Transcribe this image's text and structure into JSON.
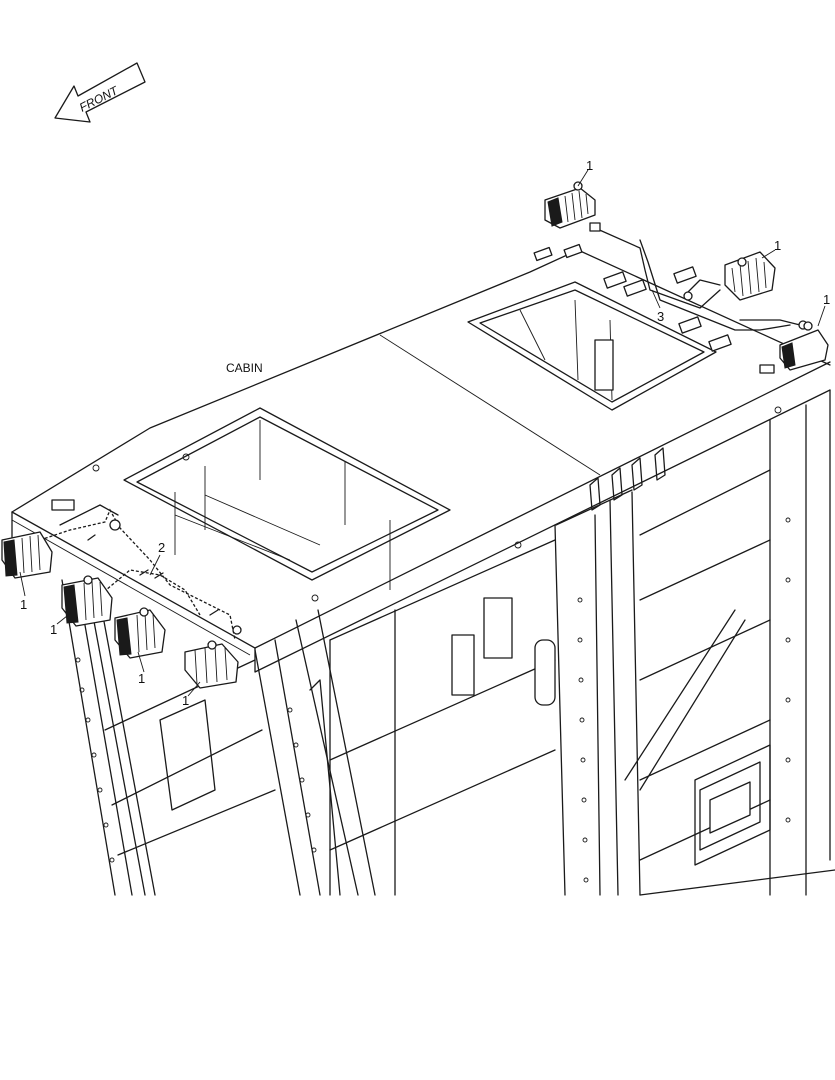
{
  "drawing": {
    "front_label": "FRONT",
    "cabin_label": "CABIN",
    "callouts": [
      {
        "id": "c1a",
        "text": "1"
      },
      {
        "id": "c1b",
        "text": "1"
      },
      {
        "id": "c1c",
        "text": "1"
      },
      {
        "id": "c1d",
        "text": "1"
      },
      {
        "id": "c1e",
        "text": "1"
      },
      {
        "id": "c1f",
        "text": "1"
      },
      {
        "id": "c1g",
        "text": "1"
      },
      {
        "id": "c2",
        "text": "2"
      },
      {
        "id": "c3",
        "text": "3"
      }
    ]
  }
}
